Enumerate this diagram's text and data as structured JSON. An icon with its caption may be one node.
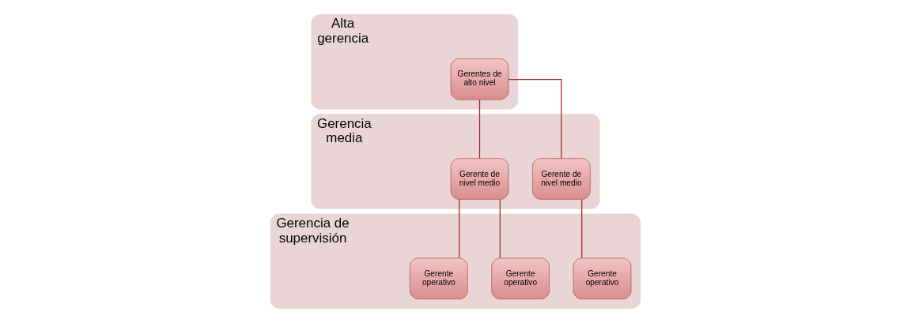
{
  "diagram": {
    "nodes": [
      {
        "text": [
          "Alta gerencia"
        ]
      },
      {
        "text": [
          "Gerentes de alto nivel"
        ],
        "in": 0
      },
      {
        "text": [
          "Gerencia media"
        ]
      },
      {
        "text": [
          "Gerente de nivel medio"
        ],
        "in": 2
      },
      {
        "text": [
          "Gerente de nivel medio"
        ],
        "in": 2
      },
      {
        "text": [
          "Gerencia de supervisión"
        ]
      },
      {
        "text": [
          "Gerente operativo"
        ],
        "in": 5
      },
      {
        "text": [
          "Gerente operativo"
        ],
        "in": 5
      },
      {
        "text": [
          "Gerente operativo"
        ],
        "in": 5
      }
    ],
    "edges": [
      {
        "from": 1,
        "to": 3,
        "arrow": "none"
      },
      {
        "from": 1,
        "to": 4,
        "arrow": "none"
      },
      {
        "from": 3,
        "to": 6,
        "arrow": "none"
      },
      {
        "from": 3,
        "to": 7,
        "arrow": "none"
      },
      {
        "from": 4,
        "to": 8,
        "arrow": "none"
      }
    ]
  }
}
